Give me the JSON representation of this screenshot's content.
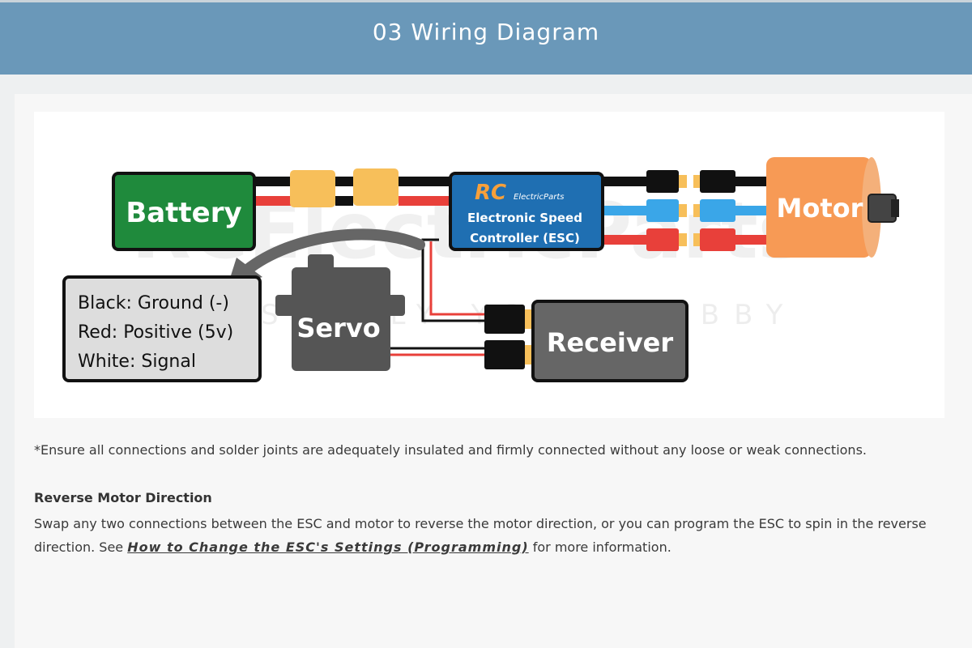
{
  "header": {
    "title": "03 Wiring Diagram"
  },
  "diagram": {
    "battery_label": "Battery",
    "motor_label": "Motor",
    "esc_label_line1": "Electronic Speed",
    "esc_label_line2": "Controller (ESC)",
    "esc_logo_rc": "RC",
    "esc_logo_brand": "ElectricParts",
    "servo_label": "Servo",
    "receiver_label": "Receiver",
    "legend": {
      "line1": "Black: Ground (-)",
      "line2": "Red: Positive (5v)",
      "line3": "White: Signal"
    },
    "watermark_brand": "RCElectricParts",
    "watermark_tagline": "SUPPLY YOUR HOBBY",
    "colors": {
      "battery": "#1f8a3c",
      "esc": "#1f6fb2",
      "motor": "#f79a55",
      "servo": "#555555",
      "receiver": "#666666",
      "wire_red": "#e8403a",
      "wire_black": "#111111",
      "wire_blue": "#3aa6e8",
      "connector": "#f7bf5a"
    }
  },
  "content": {
    "note": "*Ensure all connections and solder joints are adequately insulated and firmly connected without any loose or weak connections.",
    "section_title": "Reverse Motor Direction",
    "section_text_before": "Swap any two connections between the ESC and motor to reverse the motor direction, or you can program the ESC to spin in the reverse direction. See ",
    "section_link": "How to Change the ESC's Settings (Programming)",
    "section_text_after": " for more information."
  }
}
